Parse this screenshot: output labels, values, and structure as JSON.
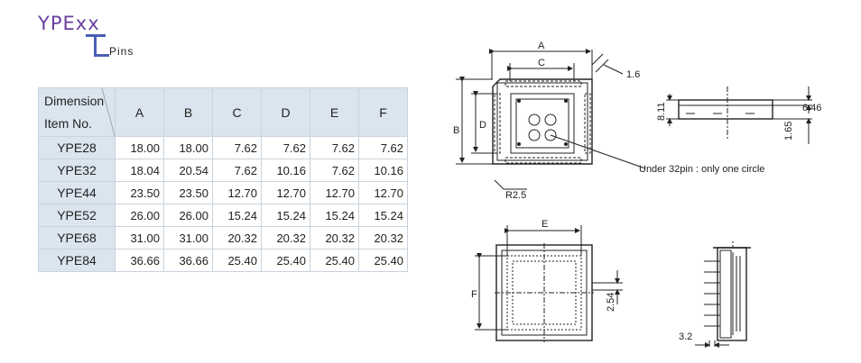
{
  "title": "YPExx",
  "subtitle": "Pins",
  "table": {
    "corner_top": "Dimension",
    "corner_bottom": "Item No.",
    "columns": [
      "A",
      "B",
      "C",
      "D",
      "E",
      "F"
    ],
    "rows": [
      {
        "item": "YPE28",
        "values": [
          "18.00",
          "18.00",
          "7.62",
          "7.62",
          "7.62",
          "7.62"
        ]
      },
      {
        "item": "YPE32",
        "values": [
          "18.04",
          "20.54",
          "7.62",
          "10.16",
          "7.62",
          "10.16"
        ]
      },
      {
        "item": "YPE44",
        "values": [
          "23.50",
          "23.50",
          "12.70",
          "12.70",
          "12.70",
          "12.70"
        ]
      },
      {
        "item": "YPE52",
        "values": [
          "26.00",
          "26.00",
          "15.24",
          "15.24",
          "15.24",
          "15.24"
        ]
      },
      {
        "item": "YPE68",
        "values": [
          "31.00",
          "31.00",
          "20.32",
          "20.32",
          "20.32",
          "20.32"
        ]
      },
      {
        "item": "YPE84",
        "values": [
          "36.66",
          "36.66",
          "25.40",
          "25.40",
          "25.40",
          "25.40"
        ]
      }
    ]
  },
  "drawing": {
    "dim_a": "A",
    "dim_b": "B",
    "dim_c": "C",
    "dim_d": "D",
    "dim_e": "E",
    "dim_f": "F",
    "dim_16": "1.6",
    "dim_r25": "R2.5",
    "note_32pin": "Under 32pin : only  one circle",
    "dim_811": "8.11",
    "dim_646": "6.46",
    "dim_165": "1.65",
    "dim_254": "2.54",
    "dim_32": "3.2"
  }
}
